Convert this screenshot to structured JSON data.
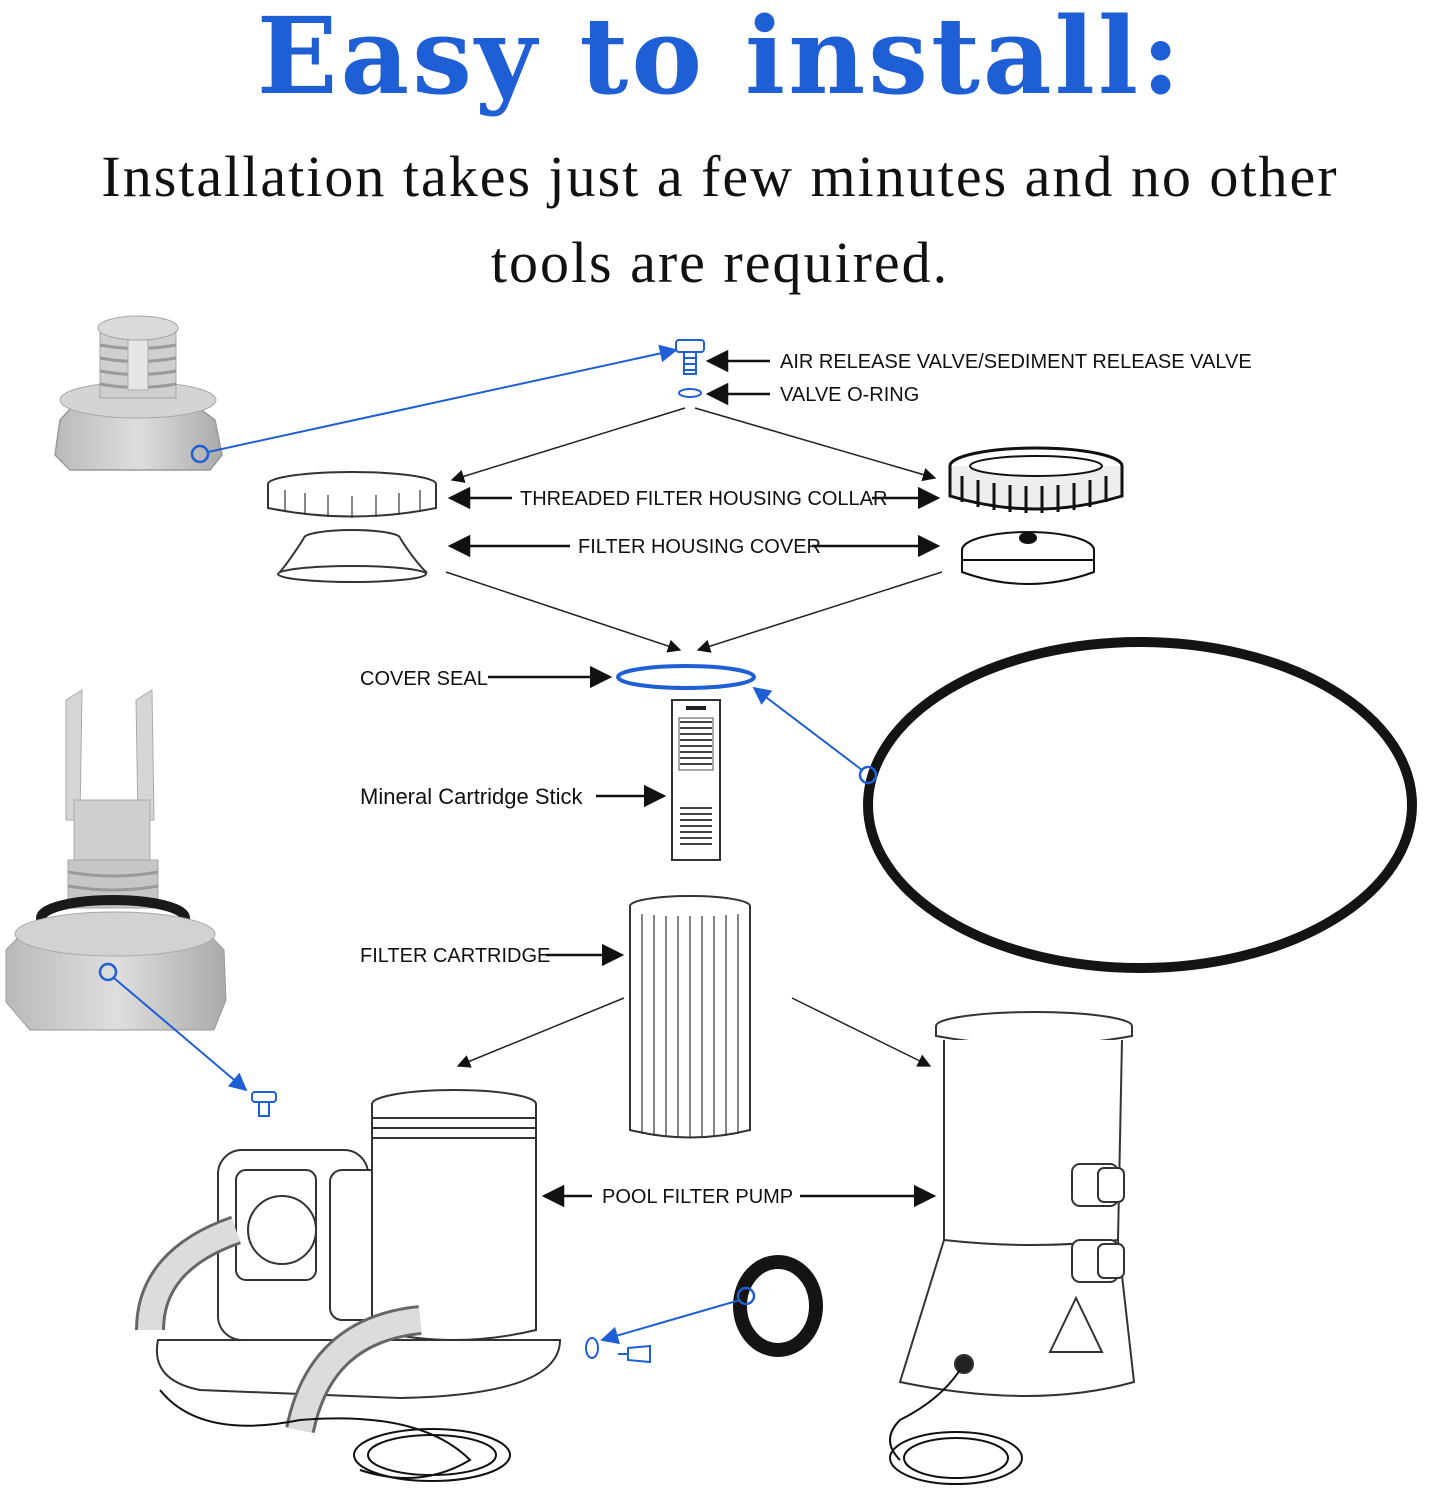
{
  "header": {
    "title": "Easy to install:",
    "subtitle_line1": "Installation takes just a few minutes and no other",
    "subtitle_line2": "tools are required."
  },
  "labels": {
    "air_release_valve": "AIR RELEASE VALVE/SEDIMENT RELEASE VALVE",
    "valve_o_ring": "VALVE O-RING",
    "threaded_collar": "THREADED FILTER HOUSING COLLAR",
    "housing_cover": "FILTER HOUSING COVER",
    "cover_seal": "COVER SEAL",
    "mineral_stick": "Mineral Cartridge Stick",
    "filter_cartridge": "FILTER CARTRIDGE",
    "pool_filter_pump": "POOL FILTER PUMP"
  },
  "colors": {
    "title": "#1f5fd6",
    "callout": "#1f5fd6",
    "line": "#222222",
    "part_gray": "#c9c9c9",
    "part_black": "#141414"
  }
}
